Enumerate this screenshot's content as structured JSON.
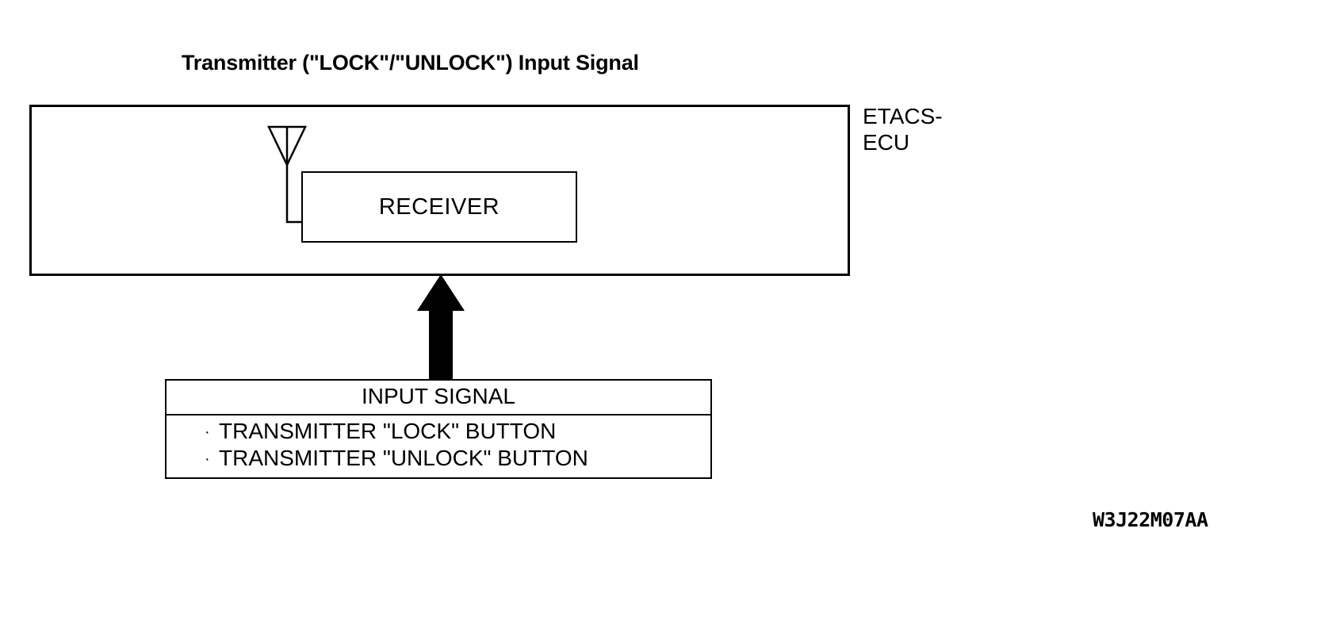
{
  "title": "Transmitter (\"LOCK\"/\"UNLOCK\") Input Signal",
  "ecu": {
    "label": "ETACS-\nECU",
    "receiver_label": "RECEIVER",
    "antenna_icon": "antenna-icon"
  },
  "arrow": {
    "icon": "up-arrow-icon"
  },
  "signal_table": {
    "header": "INPUT SIGNAL",
    "bullet": "·",
    "rows": [
      "TRANSMITTER \"LOCK\" BUTTON",
      "TRANSMITTER \"UNLOCK\" BUTTON"
    ]
  },
  "reference_code": "W3J22M07AA",
  "colors": {
    "background": "#ffffff",
    "ink": "#000000"
  }
}
